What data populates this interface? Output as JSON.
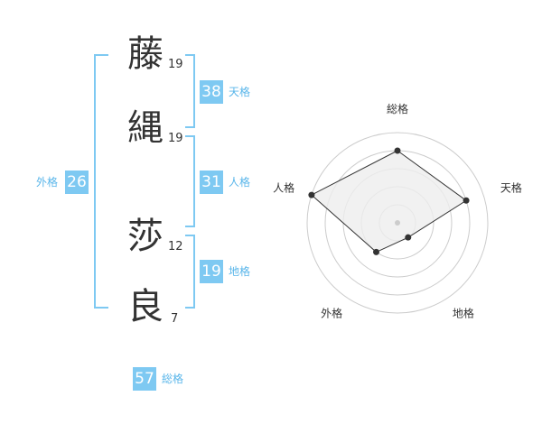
{
  "name": {
    "characters": [
      {
        "char": "藤",
        "strokes": "19"
      },
      {
        "char": "縄",
        "strokes": "19"
      },
      {
        "char": "莎",
        "strokes": "12"
      },
      {
        "char": "良",
        "strokes": "7"
      }
    ]
  },
  "fortunes": {
    "tenkaku": {
      "value": "38",
      "label": "天格"
    },
    "jinkaku": {
      "value": "31",
      "label": "人格"
    },
    "chikaku": {
      "value": "19",
      "label": "地格"
    },
    "gaikaku": {
      "value": "26",
      "label": "外格"
    },
    "soukaku": {
      "value": "57",
      "label": "総格"
    }
  },
  "chart_data": {
    "type": "radar",
    "axes": [
      "総格",
      "天格",
      "地格",
      "外格",
      "人格"
    ],
    "scale_rings": 5,
    "values": [
      4,
      4,
      1,
      2,
      5
    ],
    "colors": {
      "fill": "#eeeeee",
      "line": "#333333",
      "grid": "#cccccc",
      "accent": "#7ec9f2"
    }
  }
}
